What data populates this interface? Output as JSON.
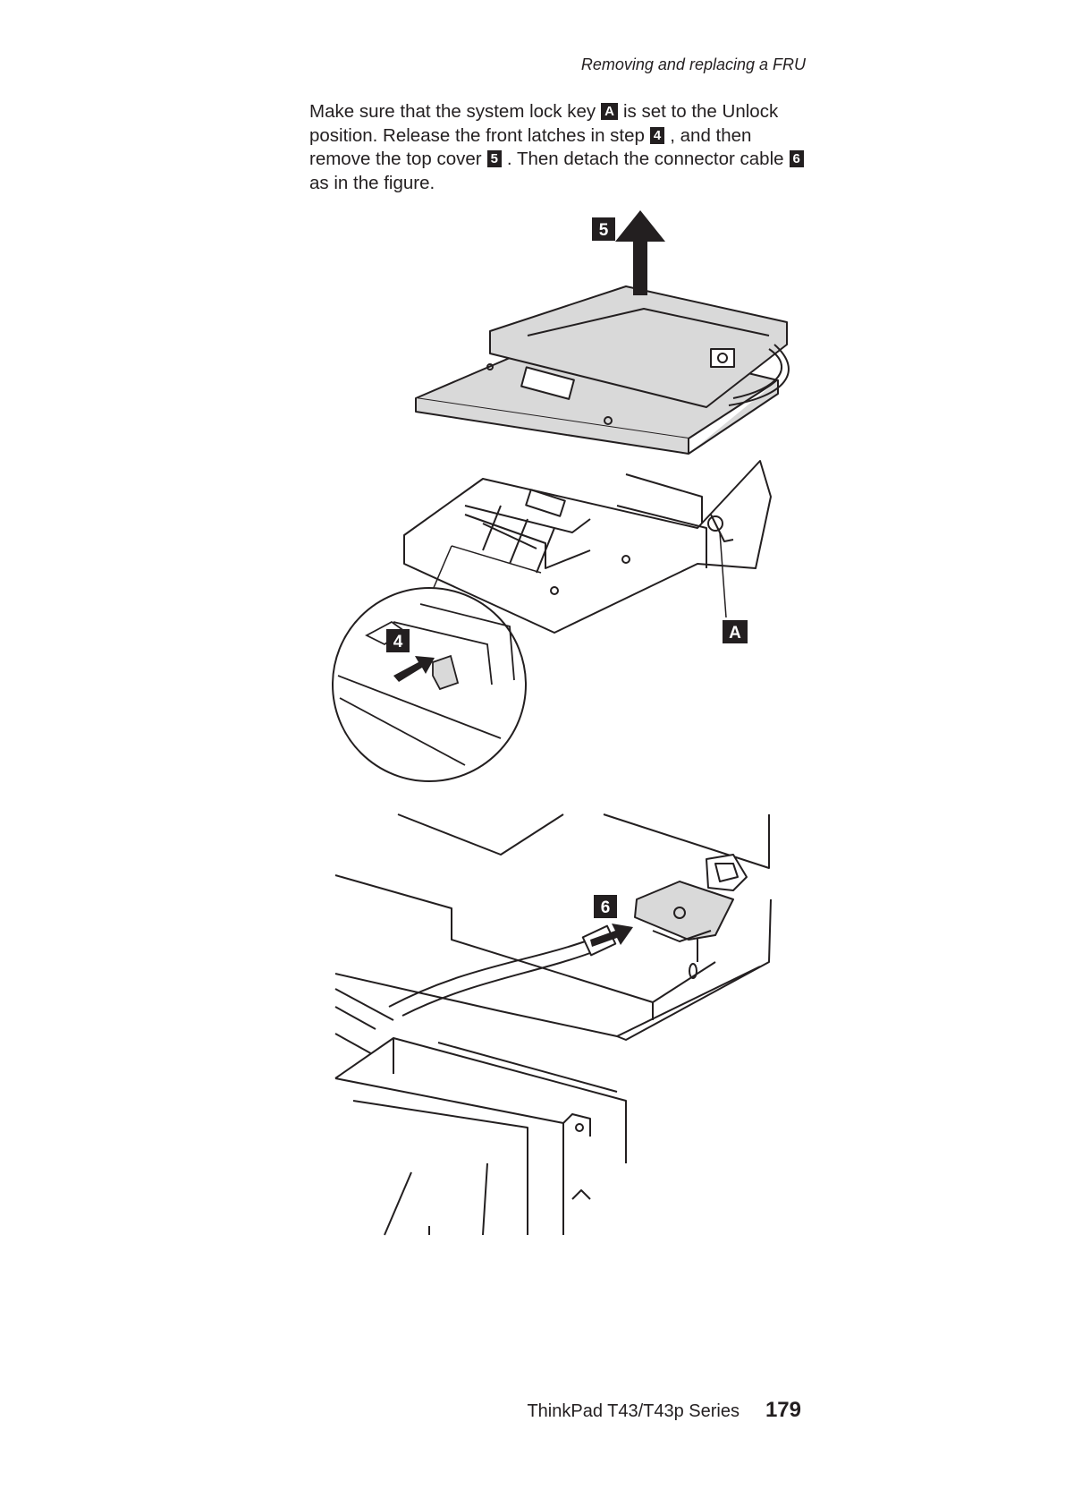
{
  "header": {
    "running_title": "Removing and replacing a FRU"
  },
  "instruction": {
    "part1": "Make sure that the system lock key",
    "callout_a": "A",
    "part2": "is set to the Unlock position. Release the front latches in step",
    "callout_4": "4",
    "part3": ", and then remove the top cover",
    "callout_5": "5",
    "part4": ". Then detach the connector cable",
    "callout_6": "6",
    "part5": "as in the figure."
  },
  "figure_top": {
    "callout_remove_cover": "5",
    "callout_lock_key": "A",
    "callout_latch": "4"
  },
  "figure_bottom": {
    "callout_connector": "6"
  },
  "footer": {
    "series": "ThinkPad T43/T43p Series",
    "page_number": "179"
  },
  "colors": {
    "ink": "#231f20",
    "cover_fill": "#d9d9d9",
    "paper": "#ffffff"
  }
}
